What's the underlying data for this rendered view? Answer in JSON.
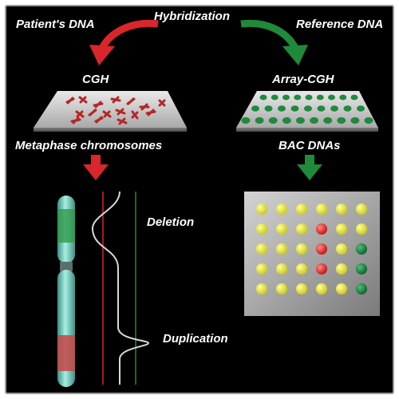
{
  "labels": {
    "patient_dna": "Patient's DNA",
    "hybridization": "Hybridization",
    "reference_dna": "Reference DNA",
    "cgh": "CGH",
    "array_cgh": "Array-CGH",
    "metaphase_chromosomes": "Metaphase chromosomes",
    "bac_dnas": "BAC DNAs",
    "deletion": "Deletion",
    "duplication": "Duplication"
  },
  "colors": {
    "background": "#000000",
    "red": "#d9262b",
    "green": "#1f8a3a",
    "yellow_spot": "#e4e42a",
    "red_spot": "#e22424",
    "green_spot": "#177a3c",
    "chromosome": "#7fd2c4"
  },
  "array_grid": [
    [
      "yellow",
      "yellow",
      "yellow",
      "yellow",
      "yellow",
      "yellow"
    ],
    [
      "yellow",
      "yellow",
      "yellow",
      "red",
      "yellow",
      "yellow"
    ],
    [
      "yellow",
      "yellow",
      "yellow",
      "red",
      "yellow",
      "green"
    ],
    [
      "yellow",
      "yellow",
      "yellow",
      "red",
      "yellow",
      "green"
    ],
    [
      "yellow",
      "yellow",
      "yellow",
      "yellow",
      "yellow",
      "green"
    ]
  ]
}
